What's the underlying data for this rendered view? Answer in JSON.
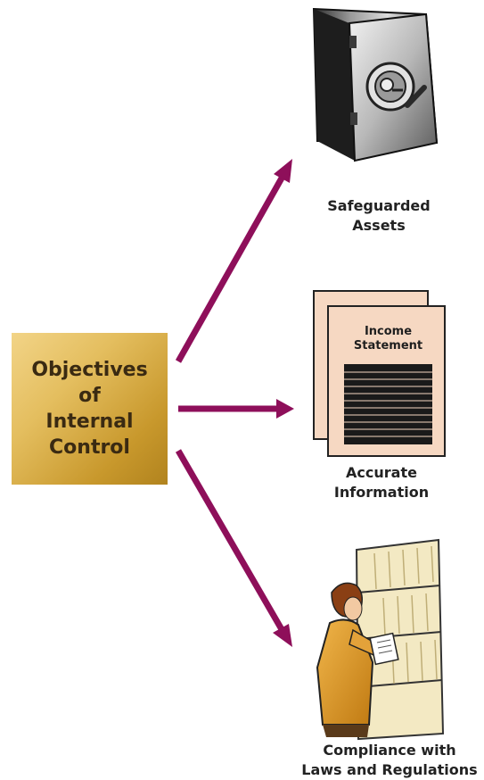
{
  "center": {
    "line1": "Objectives",
    "line2": "of",
    "line3": "Internal",
    "line4": "Control"
  },
  "outcomes": [
    {
      "line1": "Safeguarded",
      "line2": "Assets"
    },
    {
      "line1": "Accurate",
      "line2": "Information"
    },
    {
      "line1": "Compliance with",
      "line2": "Laws and Regulations"
    }
  ],
  "document": {
    "line1": "Income",
    "line2": "Statement"
  },
  "colors": {
    "arrow": "#8e0f5a",
    "box_light": "#f2d487",
    "box_dark": "#b1831e",
    "document_paper": "#f6d8c2"
  },
  "icons": [
    "safe-icon",
    "document-icon",
    "clerk-at-file-shelf-icon"
  ]
}
